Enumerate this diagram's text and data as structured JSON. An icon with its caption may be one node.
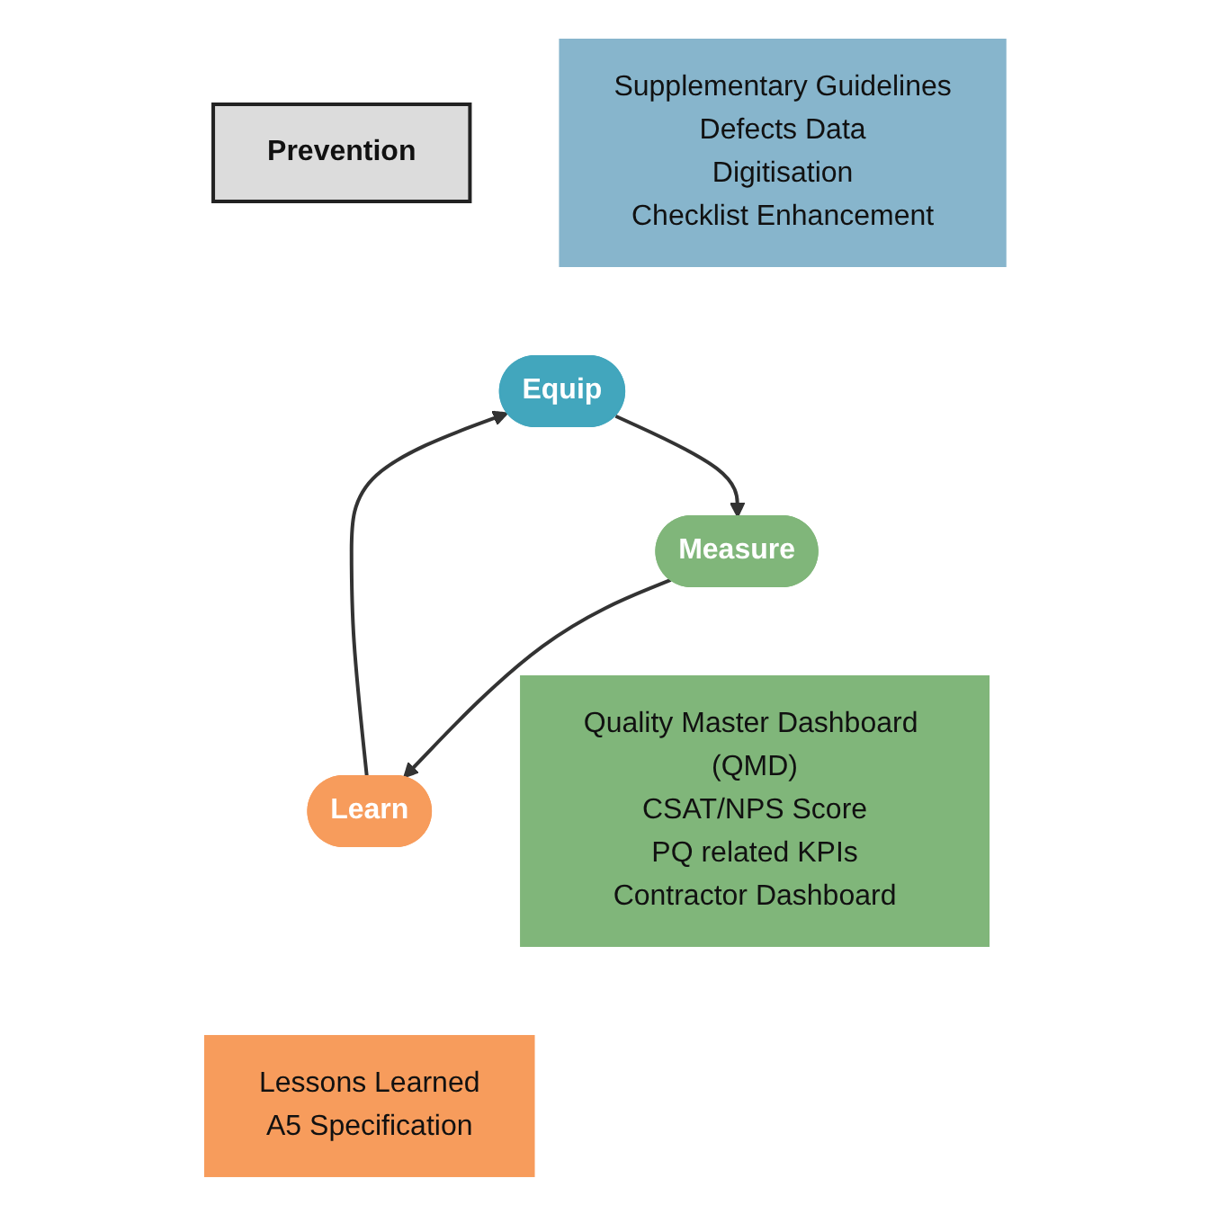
{
  "diagram": {
    "nodes": [
      {
        "text": [
          "Supplementary Guidelines",
          "Defects Data",
          "Digitisation",
          "Checklist Enhancement"
        ]
      },
      {
        "text": [
          "Prevention"
        ]
      },
      {
        "text": [
          "Equip"
        ]
      },
      {
        "text": [
          "Measure"
        ]
      },
      {
        "text": [
          "Learn"
        ]
      },
      {
        "text": [
          "Lessons Learned",
          "A5 Specification"
        ]
      },
      {
        "text": [
          "Quality Master Dashboard (QMD)",
          "CSAT/NPS Score",
          "PQ related KPIs",
          "Contractor Dashboard"
        ]
      }
    ],
    "edges": [
      {
        "from": 2,
        "to": 3,
        "arrow": "to"
      },
      {
        "from": 3,
        "to": 4,
        "arrow": "to"
      },
      {
        "from": 4,
        "to": 2,
        "arrow": "to"
      }
    ]
  }
}
